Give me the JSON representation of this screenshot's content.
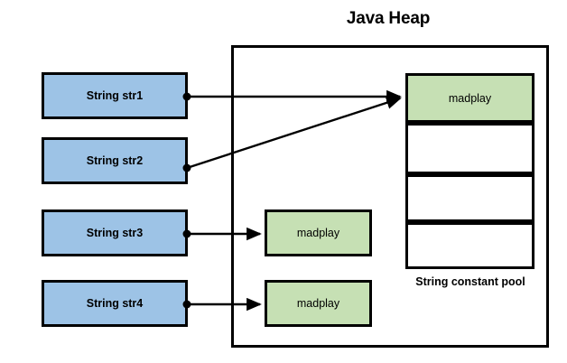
{
  "diagram": {
    "title": "Java Heap",
    "pool_label": "String constant pool",
    "variables": [
      {
        "label": "String str1"
      },
      {
        "label": "String str2"
      },
      {
        "label": "String str3"
      },
      {
        "label": "String str4"
      }
    ],
    "heap_objects": [
      {
        "label": "madplay"
      },
      {
        "label": "madplay"
      }
    ],
    "pool_cells": [
      {
        "label": "madplay",
        "filled": true
      },
      {
        "label": "",
        "filled": false
      },
      {
        "label": "",
        "filled": false
      },
      {
        "label": "",
        "filled": false
      }
    ],
    "colors": {
      "variable_fill": "#9DC3E6",
      "object_fill": "#C6E0B4",
      "stroke": "#000000",
      "background": "#ffffff"
    }
  }
}
